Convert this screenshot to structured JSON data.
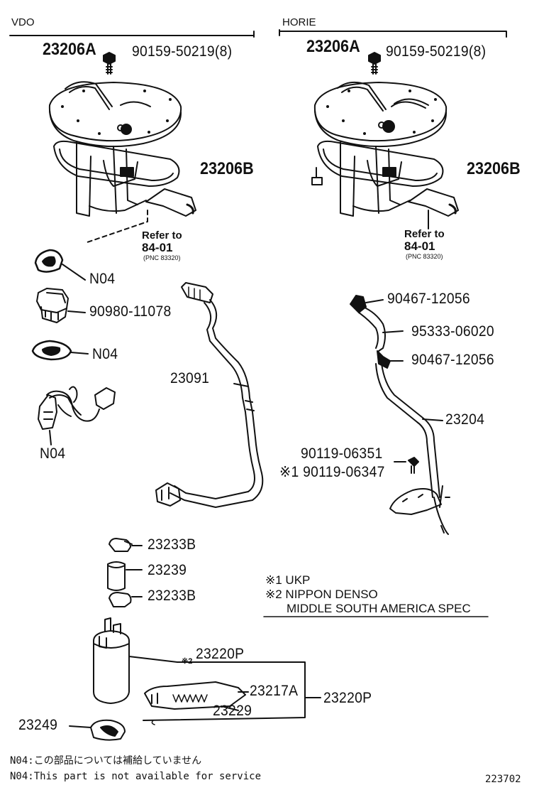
{
  "sections": {
    "left": "VDO",
    "right": "HORIE"
  },
  "labels": {
    "l_23206A": "23206A",
    "l_bolt": "90159-50219(8)",
    "l_23206B": "23206B",
    "l_refer": "Refer to",
    "l_ref84": "84-01",
    "l_pnc": "(PNC 83320)",
    "l_n04a": "N04",
    "l_90980": "90980-11078",
    "l_n04b": "N04",
    "l_n04c": "N04",
    "l_23091": "23091",
    "r_23206A": "23206A",
    "r_bolt": "90159-50219(8)",
    "r_23206B": "23206B",
    "r_refer": "Refer to",
    "r_ref84": "84-01",
    "r_pnc": "(PNC 83320)",
    "r_90467a": "90467-12056",
    "r_95333": "95333-06020",
    "r_90467b": "90467-12056",
    "r_23204": "23204",
    "r_90119a": "90119-06351",
    "r_90119b": "※1 90119-06347",
    "c_23233Ba": "23233B",
    "c_23239": "23239",
    "c_23233Bb": "23233B",
    "c_23220Pa": "23220P",
    "c_23220Pa_mark": "※2",
    "c_23217A": "23217A",
    "c_23220Pb": "23220P",
    "c_23229": "23229",
    "c_23249": "23249"
  },
  "notes": {
    "n1": "※1 UKP",
    "n2": "※2 NIPPON DENSO",
    "n3": "MIDDLE SOUTH AMERICA SPEC"
  },
  "footer": {
    "jp": "N04:この部品については補給していません",
    "en": "N04:This part is not available for service",
    "code": "223702"
  }
}
